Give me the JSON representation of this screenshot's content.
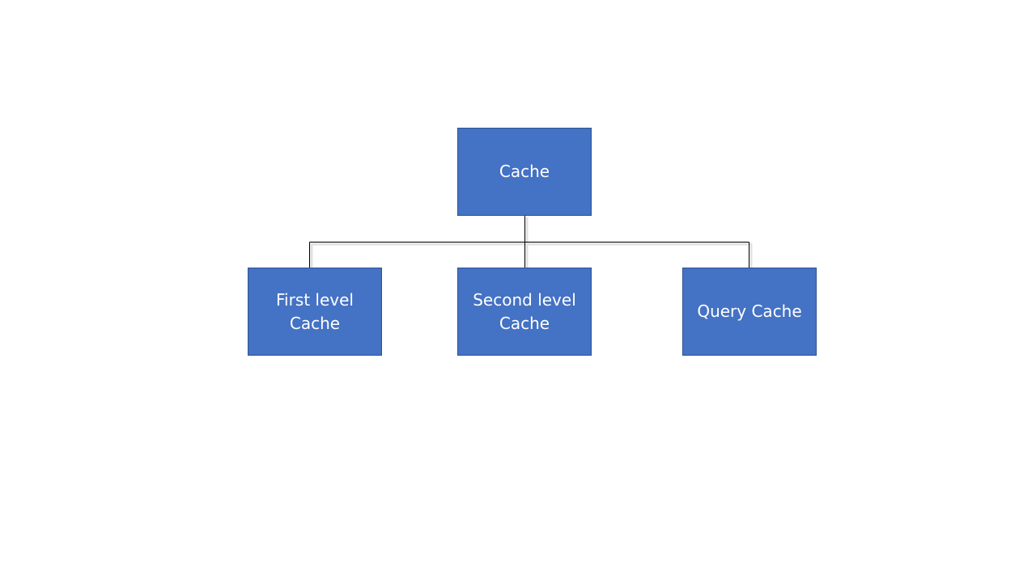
{
  "diagram": {
    "type": "hierarchy",
    "colors": {
      "node_fill": "#4472c4",
      "node_border": "#2f528f",
      "node_text": "#ffffff",
      "connector": "#000000",
      "background": "#ffffff"
    },
    "root": {
      "label": "Cache"
    },
    "children": [
      {
        "label": "First level\nCache"
      },
      {
        "label": "Second level\nCache"
      },
      {
        "label": "Query Cache"
      }
    ]
  }
}
